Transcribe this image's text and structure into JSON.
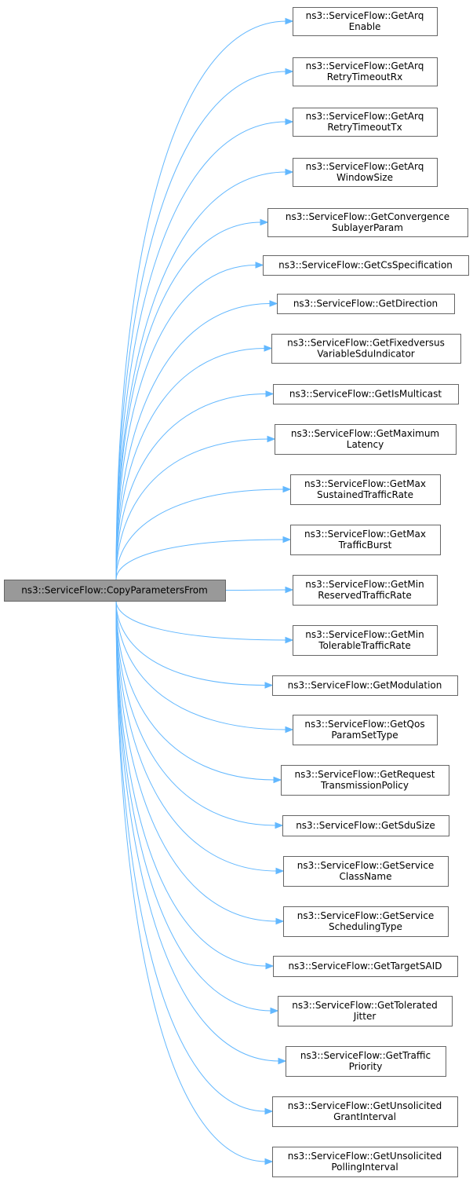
{
  "colors": {
    "edge": "#63b8ff",
    "root_fill": "#999999",
    "node_fill": "#ffffff",
    "node_border": "#666666",
    "text": "#000000"
  },
  "root": {
    "id": "copy-parameters-from",
    "lines": [
      "ns3::ServiceFlow::CopyParametersFrom"
    ]
  },
  "callees": [
    {
      "id": "get-arq-enable",
      "lines": [
        "ns3::ServiceFlow::GetArq",
        "Enable"
      ]
    },
    {
      "id": "get-arq-retry-timeout-rx",
      "lines": [
        "ns3::ServiceFlow::GetArq",
        "RetryTimeoutRx"
      ]
    },
    {
      "id": "get-arq-retry-timeout-tx",
      "lines": [
        "ns3::ServiceFlow::GetArq",
        "RetryTimeoutTx"
      ]
    },
    {
      "id": "get-arq-window-size",
      "lines": [
        "ns3::ServiceFlow::GetArq",
        "WindowSize"
      ]
    },
    {
      "id": "get-convergence-sublayer-param",
      "lines": [
        "ns3::ServiceFlow::GetConvergence",
        "SublayerParam"
      ]
    },
    {
      "id": "get-cs-specification",
      "lines": [
        "ns3::ServiceFlow::GetCsSpecification"
      ]
    },
    {
      "id": "get-direction",
      "lines": [
        "ns3::ServiceFlow::GetDirection"
      ]
    },
    {
      "id": "get-fixedversus-variable-sdu-indicator",
      "lines": [
        "ns3::ServiceFlow::GetFixedversus",
        "VariableSduIndicator"
      ]
    },
    {
      "id": "get-is-multicast",
      "lines": [
        "ns3::ServiceFlow::GetIsMulticast"
      ]
    },
    {
      "id": "get-maximum-latency",
      "lines": [
        "ns3::ServiceFlow::GetMaximum",
        "Latency"
      ]
    },
    {
      "id": "get-max-sustained-traffic-rate",
      "lines": [
        "ns3::ServiceFlow::GetMax",
        "SustainedTrafficRate"
      ]
    },
    {
      "id": "get-max-traffic-burst",
      "lines": [
        "ns3::ServiceFlow::GetMax",
        "TrafficBurst"
      ]
    },
    {
      "id": "get-min-reserved-traffic-rate",
      "lines": [
        "ns3::ServiceFlow::GetMin",
        "ReservedTrafficRate"
      ]
    },
    {
      "id": "get-min-tolerable-traffic-rate",
      "lines": [
        "ns3::ServiceFlow::GetMin",
        "TolerableTrafficRate"
      ]
    },
    {
      "id": "get-modulation",
      "lines": [
        "ns3::ServiceFlow::GetModulation"
      ]
    },
    {
      "id": "get-qos-param-set-type",
      "lines": [
        "ns3::ServiceFlow::GetQos",
        "ParamSetType"
      ]
    },
    {
      "id": "get-request-transmission-policy",
      "lines": [
        "ns3::ServiceFlow::GetRequest",
        "TransmissionPolicy"
      ]
    },
    {
      "id": "get-sdu-size",
      "lines": [
        "ns3::ServiceFlow::GetSduSize"
      ]
    },
    {
      "id": "get-service-class-name",
      "lines": [
        "ns3::ServiceFlow::GetService",
        "ClassName"
      ]
    },
    {
      "id": "get-service-scheduling-type",
      "lines": [
        "ns3::ServiceFlow::GetService",
        "SchedulingType"
      ]
    },
    {
      "id": "get-target-said",
      "lines": [
        "ns3::ServiceFlow::GetTargetSAID"
      ]
    },
    {
      "id": "get-tolerated-jitter",
      "lines": [
        "ns3::ServiceFlow::GetTolerated",
        "Jitter"
      ]
    },
    {
      "id": "get-traffic-priority",
      "lines": [
        "ns3::ServiceFlow::GetTraffic",
        "Priority"
      ]
    },
    {
      "id": "get-unsolicited-grant-interval",
      "lines": [
        "ns3::ServiceFlow::GetUnsolicited",
        "GrantInterval"
      ]
    },
    {
      "id": "get-unsolicited-polling-interval",
      "lines": [
        "ns3::ServiceFlow::GetUnsolicited",
        "PollingInterval"
      ]
    }
  ]
}
